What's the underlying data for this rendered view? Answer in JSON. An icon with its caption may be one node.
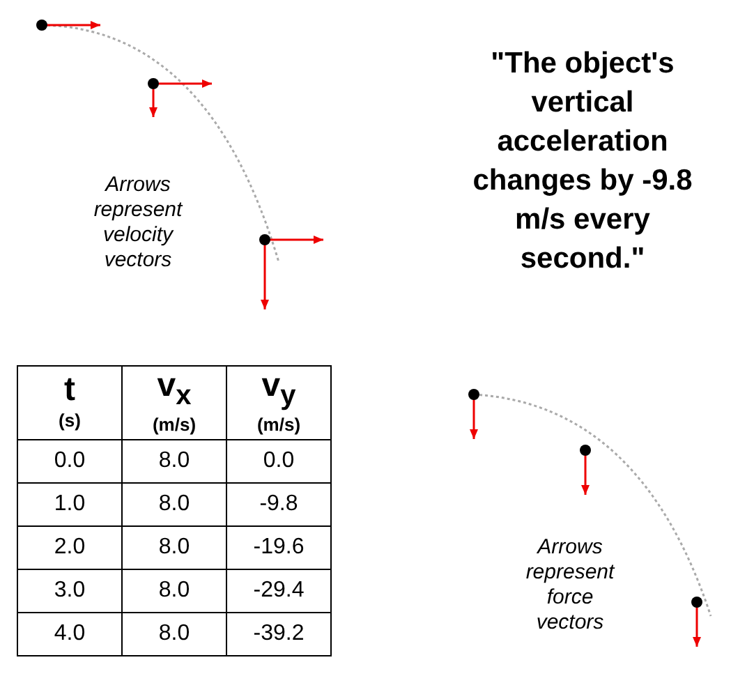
{
  "diagram": {
    "labels": [
      "Arrows represent velocity vectors",
      "\"The object's vertical acceleration changes by -9.8 m/s every second.\"",
      "t",
      "(s)",
      "v$_{x}$",
      "(m/s)",
      "v$_{y}$",
      "(m/s)",
      "0.0",
      "8.0",
      "0.0",
      "1.0",
      "8.0",
      "-9.8",
      "2.0",
      "8.0",
      "-19.6",
      "3.0",
      "8.0",
      "-29.4",
      "4.0",
      "8.0",
      "-39.2",
      "Arrows represent force vectors"
    ]
  }
}
